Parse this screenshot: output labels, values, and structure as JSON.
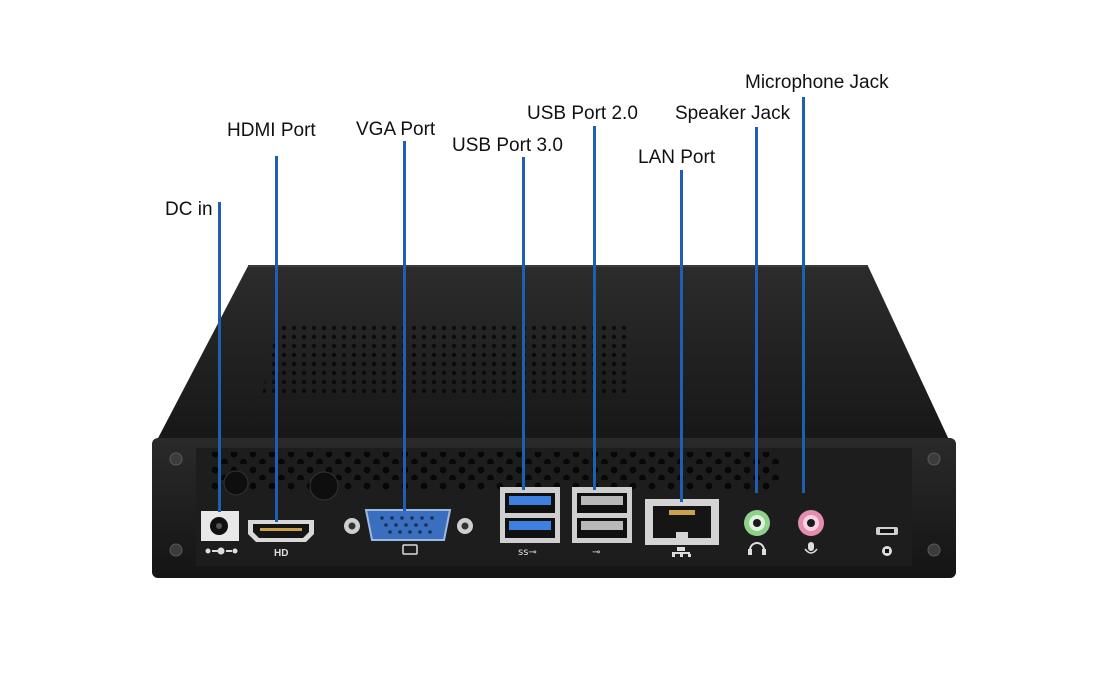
{
  "diagram": {
    "device": "mini-pc-rear-panel",
    "leader_color": "#1f5fb0",
    "callouts": [
      {
        "id": "dc",
        "label": "DC in"
      },
      {
        "id": "hdmi",
        "label": "HDMI Port"
      },
      {
        "id": "vga",
        "label": "VGA Port"
      },
      {
        "id": "usb3",
        "label": "USB Port 3.0"
      },
      {
        "id": "usb2",
        "label": "USB Port 2.0"
      },
      {
        "id": "lan",
        "label": "LAN Port"
      },
      {
        "id": "speaker",
        "label": "Speaker Jack"
      },
      {
        "id": "mic",
        "label": "Microphone Jack"
      }
    ],
    "panel_markings": {
      "hdmi_text": "HD"
    },
    "colors": {
      "chassis": "#1b1b1b",
      "usb3_blue": "#3f7fe0",
      "vga_blue": "#3a6fc0",
      "speaker_green": "#8fd18a",
      "mic_pink": "#e58db0"
    }
  }
}
